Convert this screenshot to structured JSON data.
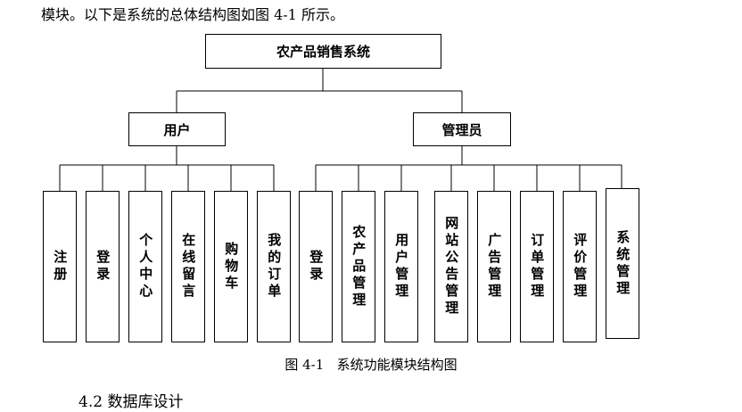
{
  "intro_text": "模块。以下是系统的总体结构图如图 4-1 所示。",
  "root": "农产品销售系统",
  "groups": [
    {
      "label": "用户",
      "children": [
        "注册",
        "登录",
        "个人中心",
        "在线留言",
        "购物车",
        "我的订单"
      ]
    },
    {
      "label": "管理员",
      "children": [
        "登录",
        "农产品管理",
        "用户管理",
        "网站公告管理",
        "广告管理",
        "订单管理",
        "评价管理",
        "系统管理"
      ]
    }
  ],
  "caption": "图 4-1   系统功能模块结构图",
  "next_heading": "4.2 数据库设计"
}
